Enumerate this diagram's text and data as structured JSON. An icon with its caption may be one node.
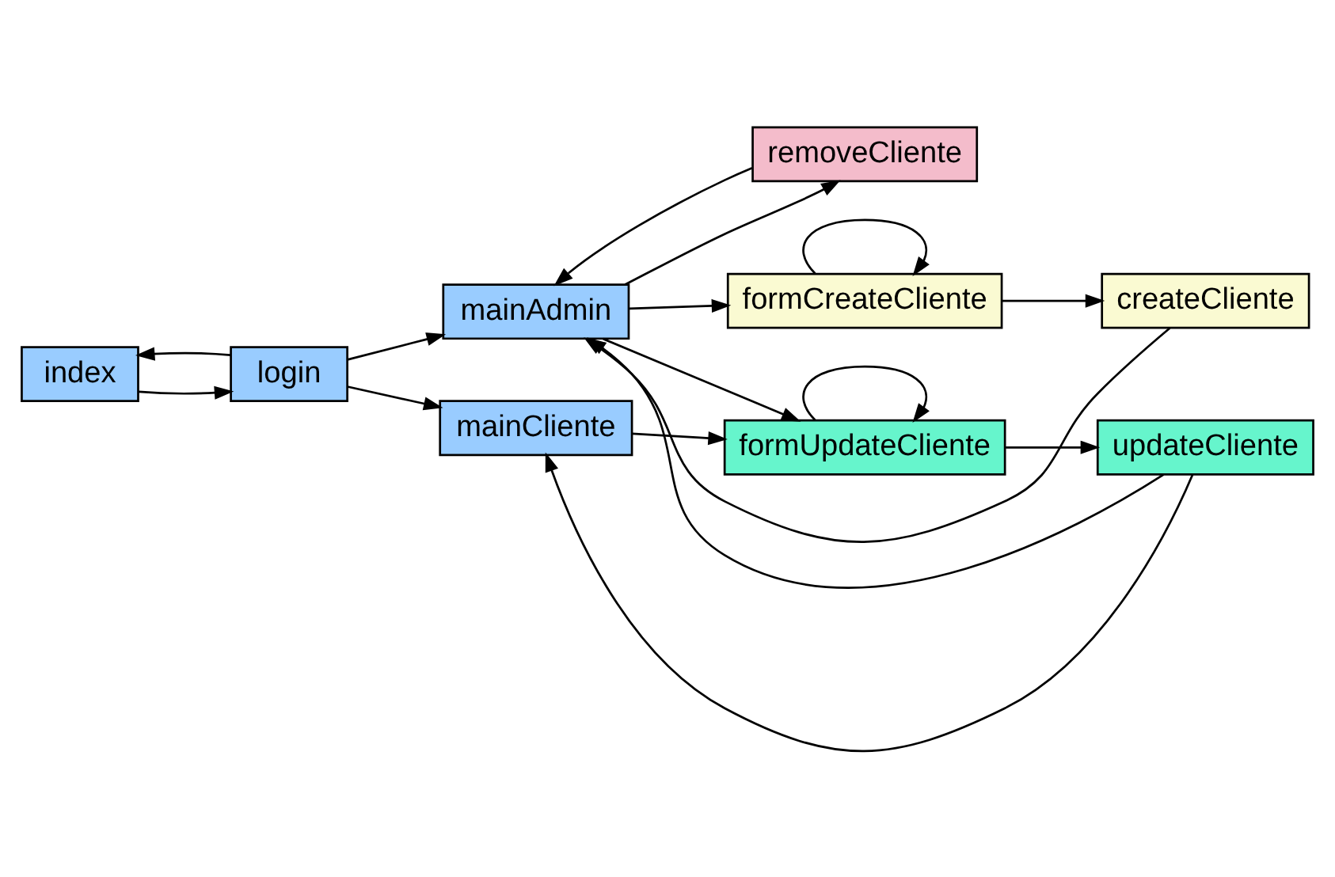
{
  "diagram": {
    "nodes": [
      {
        "text": [
          "index"
        ]
      },
      {
        "text": [
          "login"
        ]
      },
      {
        "text": [
          "mainAdmin"
        ]
      },
      {
        "text": [
          "mainCliente"
        ]
      },
      {
        "text": [
          "removeCliente"
        ]
      },
      {
        "text": [
          "createCliente"
        ]
      },
      {
        "text": [
          "formCreateCliente"
        ]
      },
      {
        "text": [
          "formUpdateCliente"
        ]
      },
      {
        "text": [
          "updateCliente"
        ]
      }
    ],
    "edges": [
      {
        "from": 0,
        "to": 1,
        "arrow": "to"
      },
      {
        "from": 1,
        "to": 0,
        "arrow": "to"
      },
      {
        "from": 1,
        "to": 2,
        "arrow": "to"
      },
      {
        "from": 1,
        "to": 3,
        "arrow": "to"
      },
      {
        "from": 2,
        "to": 4,
        "arrow": "to"
      },
      {
        "from": 4,
        "to": 2,
        "arrow": "to"
      },
      {
        "from": 5,
        "to": 2,
        "arrow": "to"
      },
      {
        "from": 2,
        "to": 6,
        "arrow": "to"
      },
      {
        "from": 6,
        "to": 5,
        "arrow": "to"
      },
      {
        "from": 6,
        "to": 6,
        "arrow": "to"
      },
      {
        "from": 2,
        "to": 7,
        "arrow": "to"
      },
      {
        "from": 7,
        "to": 7,
        "arrow": "to"
      },
      {
        "from": 7,
        "to": 8,
        "arrow": "to"
      },
      {
        "from": 3,
        "to": 7,
        "arrow": "to"
      },
      {
        "from": 8,
        "to": 3,
        "arrow": "to"
      },
      {
        "from": 8,
        "to": 2,
        "arrow": "to"
      }
    ]
  }
}
